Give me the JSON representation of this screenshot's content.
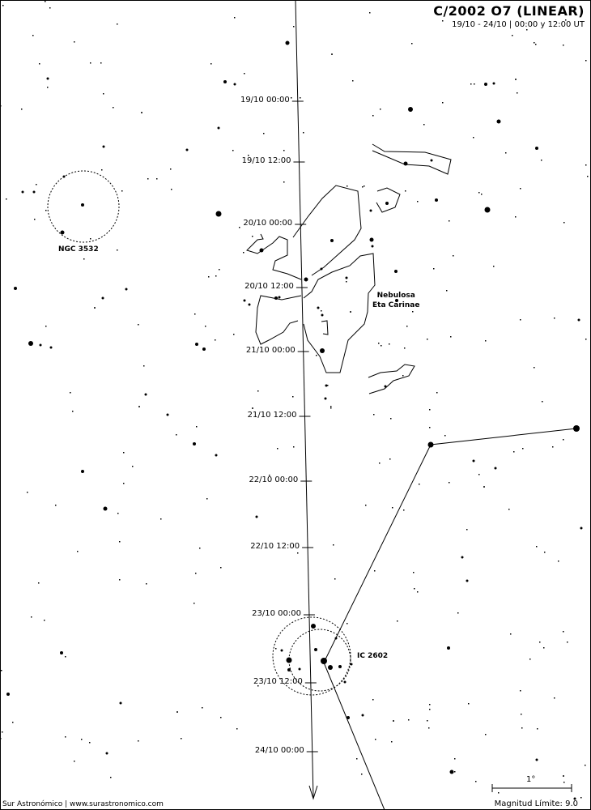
{
  "header": {
    "title": "C/2002 O7 (LINEAR)",
    "subtitle": "19/10 - 24/10 | 00:00 y 12:00 UT"
  },
  "track": {
    "ticks": [
      "19/10 00:00",
      "19/10 12:00",
      "20/10 00:00",
      "20/10 12:00",
      "21/10 00:00",
      "21/10 12:00",
      "22/10 00:00",
      "22/10 12:00",
      "23/10 00:00",
      "23/10 12:00",
      "24/10 00:00"
    ]
  },
  "objects": {
    "ngc": "NGC 3532",
    "ic": "IC 2602",
    "nebula_line1": "Nebulosa",
    "nebula_line2": "Eta Carinae"
  },
  "scale": {
    "label": "1°"
  },
  "footer": {
    "credit": "Sur Astronómico | www.surastronomico.com",
    "limit": "Magnitud Límite: 9.0"
  }
}
